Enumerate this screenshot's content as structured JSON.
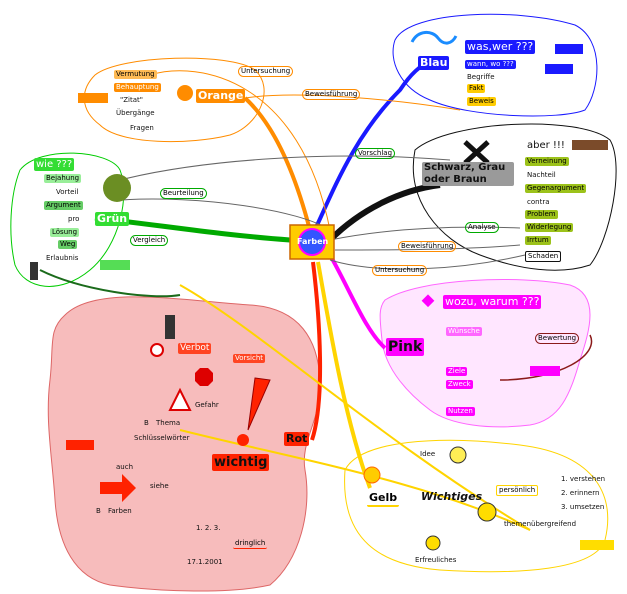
{
  "colors": {
    "blue": "#1a1aff",
    "orange": "#ff8c00",
    "green": "#00cc00",
    "darkgreen": "#1b6b1b",
    "pink": "#ff00ff",
    "red": "#ff2200",
    "yellow": "#ffd400",
    "black": "#111111",
    "greybox": "#9a9a9a",
    "olive": "#9cc21a",
    "redzone": "#f7bcbc"
  },
  "center": {
    "label": "Farben"
  },
  "blue": {
    "title": "Blau",
    "question": "was,wer ???",
    "items": [
      "wann, wo ???",
      "Begriffe",
      "Fakt",
      "Beweis"
    ]
  },
  "orange": {
    "title": "Orange",
    "items": [
      "Vermutung",
      "Behauptung",
      "\"Zitat\"",
      "Übergänge",
      "Fragen"
    ],
    "links": {
      "untersuchung": "Untersuchung",
      "beweisfuehrung": "Beweisführung"
    }
  },
  "black": {
    "title": "Schwarz, Grau oder Braun",
    "question": "aber !!!",
    "items": [
      "Verneinung",
      "Nachteil",
      "Gegenargument",
      "contra",
      "Problem",
      "Widerlegung",
      "Irrtum",
      "Schaden"
    ],
    "links": {
      "vorschlag": "Vorschlag",
      "analyse": "Analyse",
      "beweisfuehrung": "Beweisführung",
      "untersuchung": "Untersuchung"
    }
  },
  "green": {
    "title": "Grün",
    "question": "wie ???",
    "items": [
      "Bejahung",
      "Vorteil",
      "Argument",
      "pro",
      "Lösung",
      "Weg",
      "Erlaubnis"
    ],
    "links": {
      "beurteilung": "Beurteilung",
      "vergleich": "Vergleich"
    }
  },
  "pink": {
    "title": "Pink",
    "question": "wozu, warum ???",
    "items": [
      "Wünsche",
      "Ziele",
      "Zweck",
      "Nutzen"
    ],
    "links": {
      "bewertung": "Bewertung"
    }
  },
  "red": {
    "title": "Rot",
    "verbot": "Verbot",
    "vorsicht": "Vorsicht",
    "gefahr": "Gefahr",
    "wichtig": "wichtig",
    "thema": "Thema",
    "schluesselwoerter": "Schlüsselwörter",
    "auch": "auch",
    "siehe": "siehe",
    "farben": "Farben",
    "b": "B",
    "dringlich": "dringlich",
    "list": "1. 2. 3.",
    "date": "17.1.2001"
  },
  "yellow": {
    "title": "Gelb",
    "idee": "Idee",
    "wichtiges": "Wichtiges",
    "erfreuliches": "Erfreuliches",
    "persoenlich": "persönlich",
    "steps": [
      "1. verstehen",
      "2. erinnern",
      "3. umsetzen"
    ],
    "uebergreifend": "themenübergreifend"
  }
}
